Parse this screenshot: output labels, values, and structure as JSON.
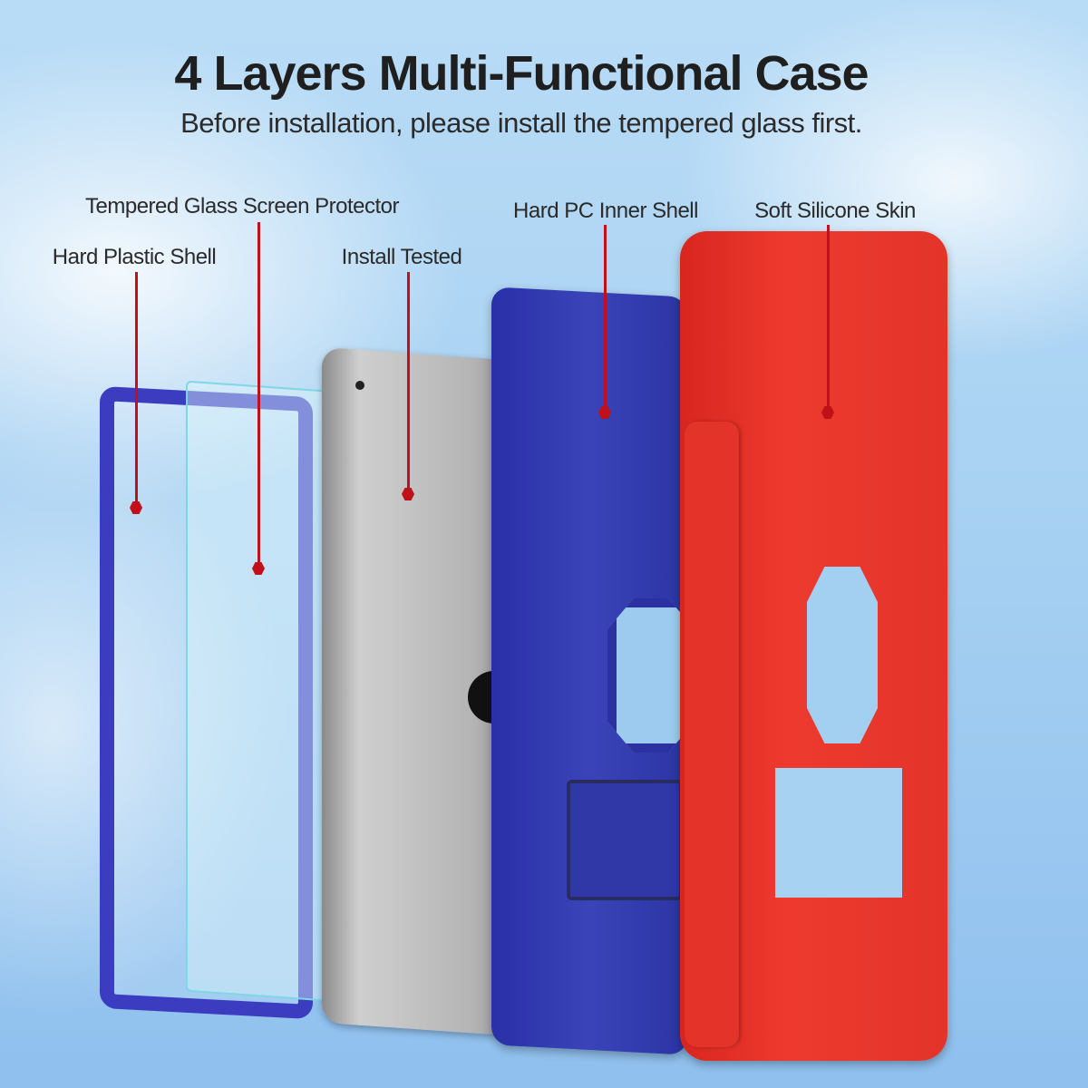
{
  "header": {
    "title": "4 Layers Multi-Functional Case",
    "subtitle": "Before installation, please install the tempered glass first."
  },
  "labels": {
    "hard_plastic": "Hard Plastic Shell",
    "tempered_glass": "Tempered Glass Screen Protector",
    "install_tested": "Install Tested",
    "hard_pc": "Hard PC Inner Shell",
    "soft_silicone": "Soft Silicone Skin"
  },
  "colors": {
    "accent": "#c0101a",
    "blue_shell": "#3a44b8",
    "red_skin": "#e8322a",
    "silver": "#b5b5b5"
  }
}
